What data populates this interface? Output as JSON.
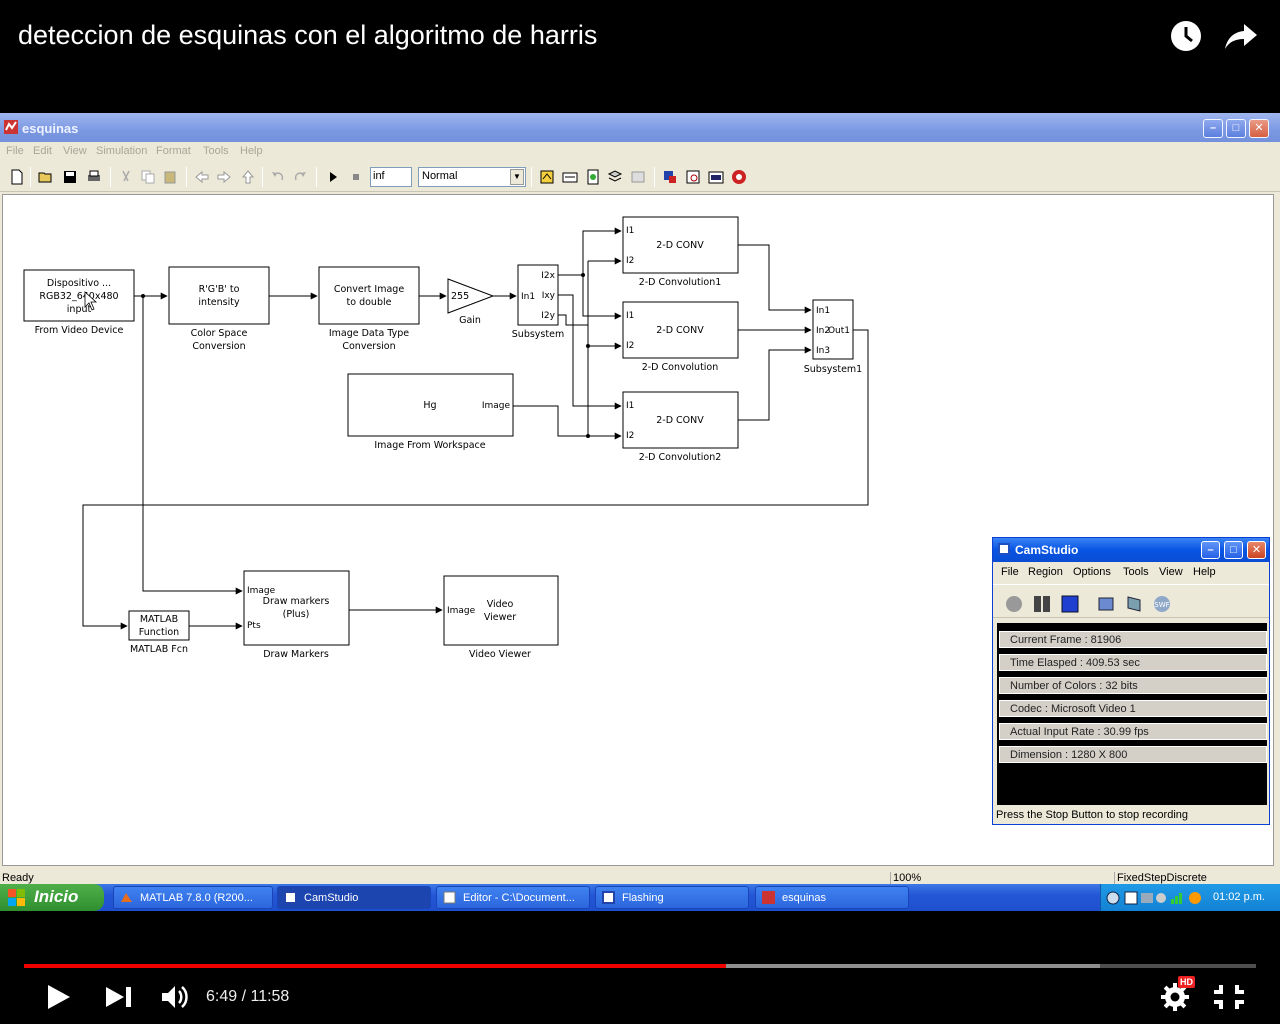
{
  "video": {
    "title": "deteccion de esquinas con el algoritmo de harris",
    "time_current": "6:49",
    "time_total": "11:58",
    "time_display": "6:49 / 11:58",
    "progress_fraction": 0.57,
    "buffered_fraction": 0.873,
    "hd_badge": "HD",
    "icons": [
      "watch-later-icon",
      "share-icon",
      "play-icon",
      "next-icon",
      "volume-icon",
      "settings-icon",
      "fullscreen-exit-icon"
    ]
  },
  "simulink": {
    "window_title": "esquinas",
    "menu": [
      "File",
      "Edit",
      "View",
      "Simulation",
      "Format",
      "Tools",
      "Help"
    ],
    "stop_time": "inf",
    "sim_mode": "Normal",
    "status": {
      "ready": "Ready",
      "zoom": "100%",
      "solver": "FixedStepDiscrete"
    },
    "blocks": {
      "video_device": {
        "lines": [
          "Dispositivo ...",
          "RGB32_640x480",
          "input"
        ],
        "caption": "From Video Device"
      },
      "color_space": {
        "lines": [
          "R'G'B' to",
          "intensity"
        ],
        "caption": [
          "Color Space",
          "Conversion"
        ]
      },
      "data_type": {
        "lines": [
          "Convert Image",
          "to double"
        ],
        "caption": [
          "Image Data Type",
          "Conversion"
        ]
      },
      "gain": {
        "value": "255",
        "caption": "Gain"
      },
      "subsystem": {
        "in": "In1",
        "outs": [
          "I2x",
          "Ixy",
          "I2y"
        ],
        "caption": "Subsystem"
      },
      "conv1": {
        "label": "2-D CONV",
        "in1": "I1",
        "in2": "I2",
        "caption": "2-D Convolution1"
      },
      "conv": {
        "label": "2-D CONV",
        "in1": "I1",
        "in2": "I2",
        "caption": "2-D Convolution"
      },
      "conv2": {
        "label": "2-D CONV",
        "in1": "I1",
        "in2": "I2",
        "caption": "2-D Convolution2"
      },
      "subsystem1": {
        "ins": [
          "In1",
          "In2",
          "In3"
        ],
        "out": "Out1",
        "caption": "Subsystem1"
      },
      "workspace": {
        "name": "Hg",
        "port": "Image",
        "caption": "Image From Workspace"
      },
      "matlab_fcn": {
        "lines": [
          "MATLAB",
          "Function"
        ],
        "caption": "MATLAB Fcn"
      },
      "draw_markers": {
        "lines": [
          "Draw markers",
          "(Plus)"
        ],
        "in1": "Image",
        "in2": "Pts",
        "caption": "Draw Markers"
      },
      "video_viewer": {
        "lines": [
          "Video",
          "Viewer"
        ],
        "in": "Image",
        "caption": "Video Viewer"
      }
    }
  },
  "camstudio": {
    "title": "CamStudio",
    "menu": [
      "File",
      "Region",
      "Options",
      "Tools",
      "View",
      "Help"
    ],
    "rows": [
      "Current Frame : 81906",
      "Time Elasped : 409.53 sec",
      "Number of Colors : 32 bits",
      "Codec : Microsoft Video 1",
      "Actual Input Rate : 30.99 fps",
      "Dimension : 1280 X 800"
    ],
    "status": "Press the Stop Button to stop recording"
  },
  "taskbar": {
    "start": "Inicio",
    "tasks": [
      "MATLAB 7.8.0 (R200...",
      "CamStudio",
      "Editor - C:\\Document...",
      "Flashing",
      "esquinas"
    ],
    "time": "01:02 p.m."
  }
}
